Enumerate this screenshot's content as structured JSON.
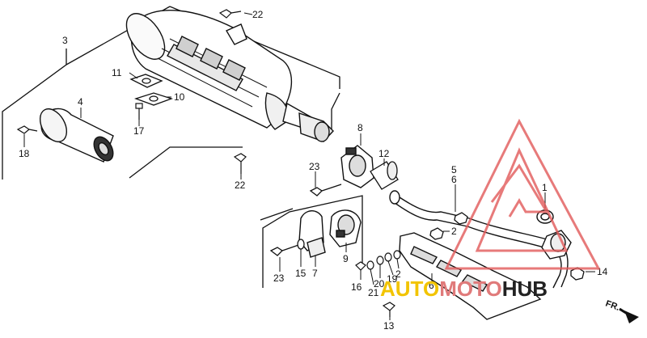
{
  "diagram": {
    "part_labels": {
      "p1": "1",
      "p2a": "2",
      "p2b": "2",
      "p3": "3",
      "p4": "4",
      "p5": "5",
      "p6a": "6",
      "p6b": "6",
      "p7": "7",
      "p8": "8",
      "p9": "9",
      "p10": "10",
      "p11": "11",
      "p12": "12",
      "p13": "13",
      "p14": "14",
      "p15": "15",
      "p16": "16",
      "p17": "17",
      "p18": "18",
      "p19": "19",
      "p20": "20",
      "p21": "21",
      "p22a": "22",
      "p22b": "22",
      "p23a": "23",
      "p23b": "23"
    },
    "direction_label": "FR."
  },
  "watermark": {
    "text_a": "AUTO",
    "text_b": "MOTO",
    "text_c": "HUB",
    "color_a": "#f2c400",
    "color_b": "#e07a7a",
    "color_c": "#222222",
    "logo_color": "#e25a5a"
  }
}
